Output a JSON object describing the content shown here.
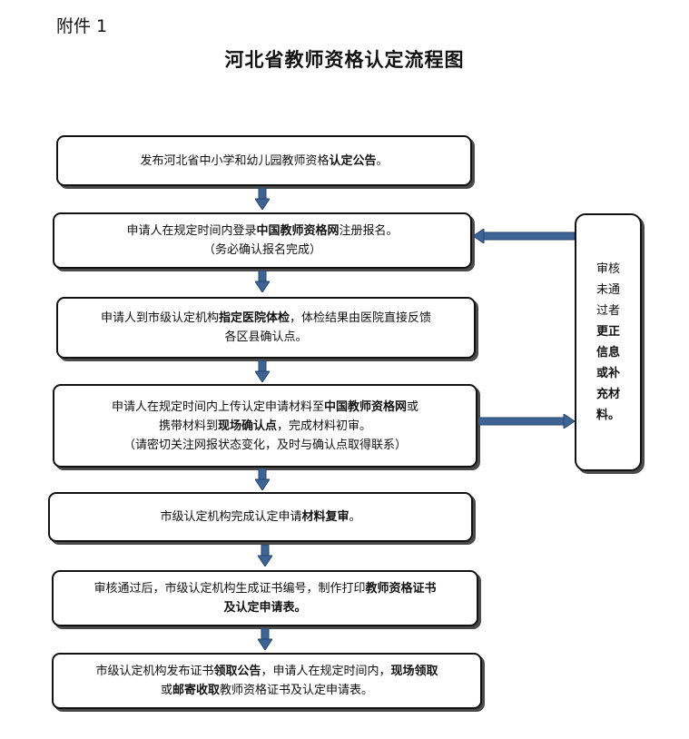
{
  "header": {
    "attachment": "附件 1",
    "title": "河北省教师资格认定流程图"
  },
  "steps": [
    {
      "lines": [
        [
          {
            "t": "发布河北省中小学和幼儿园教师资格",
            "b": false
          },
          {
            "t": "认定公告",
            "b": true
          },
          {
            "t": "。",
            "b": false
          }
        ]
      ]
    },
    {
      "lines": [
        [
          {
            "t": "申请人在规定时间内登录",
            "b": false
          },
          {
            "t": "中国教师资格网",
            "b": true
          },
          {
            "t": "注册报名。",
            "b": false
          }
        ],
        [
          {
            "t": "（务必确认报名完成）",
            "b": false
          }
        ]
      ]
    },
    {
      "lines": [
        [
          {
            "t": "申请人到市级认定机构",
            "b": false
          },
          {
            "t": "指定医院体检",
            "b": true
          },
          {
            "t": "，体检结果由医院直接反馈",
            "b": false
          }
        ],
        [
          {
            "t": "各区县确认点。",
            "b": false
          }
        ]
      ]
    },
    {
      "lines": [
        [
          {
            "t": "申请人在规定时间内上传认定申请材料至",
            "b": false
          },
          {
            "t": "中国教师资格网",
            "b": true
          },
          {
            "t": "或",
            "b": false
          }
        ],
        [
          {
            "t": "携带材料到",
            "b": false
          },
          {
            "t": "现场确认点",
            "b": true
          },
          {
            "t": "，完成材料初审。",
            "b": false
          }
        ],
        [
          {
            "t": "（请密切关注网报状态变化，及时与确认点取得联系）",
            "b": false
          }
        ]
      ]
    },
    {
      "lines": [
        [
          {
            "t": "市级认定机构完成认定申请",
            "b": false
          },
          {
            "t": "材料复审",
            "b": true
          },
          {
            "t": "。",
            "b": false
          }
        ]
      ]
    },
    {
      "lines": [
        [
          {
            "t": "审核通过后，市级认定机构生成证书编号，制作打印",
            "b": false
          },
          {
            "t": "教师资格证书",
            "b": true
          }
        ],
        [
          {
            "t": "及认定申请表。",
            "b": true
          }
        ]
      ]
    },
    {
      "lines": [
        [
          {
            "t": "市级认定机构发布证书",
            "b": false
          },
          {
            "t": "领取公告",
            "b": true
          },
          {
            "t": "，申请人在规定时间内，",
            "b": false
          },
          {
            "t": "现场领取",
            "b": true
          }
        ],
        [
          {
            "t": "或",
            "b": false
          },
          {
            "t": "邮寄收取",
            "b": true
          },
          {
            "t": "教师资格证书及认定申请表。",
            "b": false
          }
        ]
      ]
    }
  ],
  "side_box": {
    "lines": [
      [
        {
          "t": "审核",
          "b": false
        }
      ],
      [
        {
          "t": "未通",
          "b": false
        }
      ],
      [
        {
          "t": "过者",
          "b": false
        }
      ],
      [
        {
          "t": "更正",
          "b": true
        }
      ],
      [
        {
          "t": "信息",
          "b": true
        }
      ],
      [
        {
          "t": "或补",
          "b": true
        }
      ],
      [
        {
          "t": "充材",
          "b": true
        }
      ],
      [
        {
          "t": "料。",
          "b": true
        }
      ]
    ]
  },
  "colors": {
    "arrow": "#3E6496",
    "arrow_dark": "#27456E",
    "border": "#111111"
  }
}
